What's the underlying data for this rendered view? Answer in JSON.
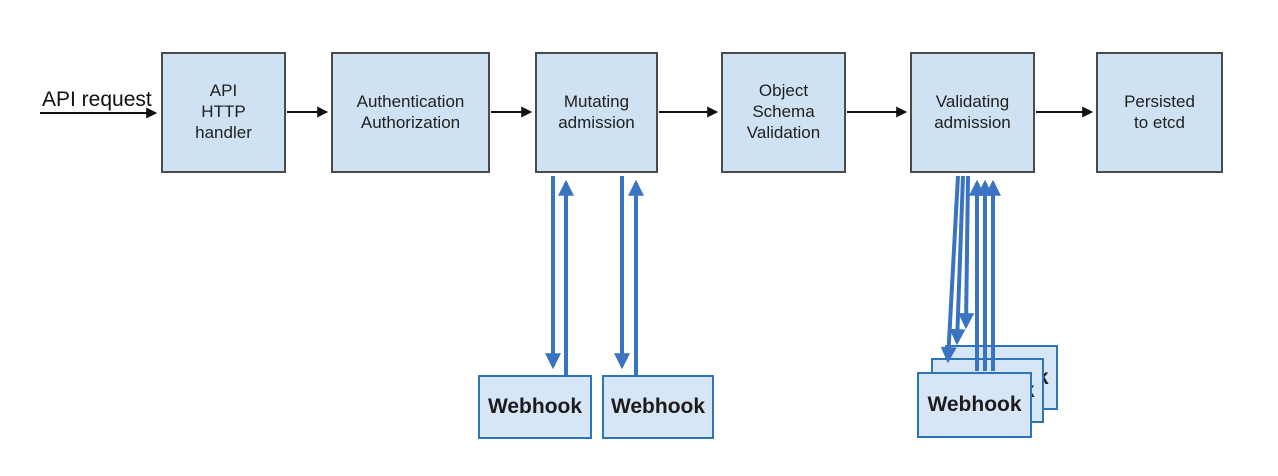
{
  "colors": {
    "background": "#ffffff",
    "node_fill": "#cfe2f3",
    "node_border": "#4a4a4a",
    "webhook_fill": "#d7e6f6",
    "webhook_border": "#2e74b8",
    "flow_arrow": "#111111",
    "webhook_arrow": "#3b73c3",
    "text": "#202020"
  },
  "entry": {
    "label": "API request"
  },
  "pipeline": [
    {
      "id": "api-http-handler",
      "lines": [
        "API",
        "HTTP",
        "handler"
      ]
    },
    {
      "id": "authentication-authorization",
      "lines": [
        "Authentication",
        "Authorization"
      ]
    },
    {
      "id": "mutating-admission",
      "lines": [
        "Mutating",
        "admission"
      ]
    },
    {
      "id": "object-schema-validation",
      "lines": [
        "Object",
        "Schema",
        "Validation"
      ]
    },
    {
      "id": "validating-admission",
      "lines": [
        "Validating",
        "admission"
      ]
    },
    {
      "id": "persisted-to-etcd",
      "lines": [
        "Persisted",
        "to etcd"
      ]
    }
  ],
  "mutating_webhooks": [
    {
      "label": "Webhook"
    },
    {
      "label": "Webhook"
    }
  ],
  "validating_webhooks": [
    {
      "label": "Webhook"
    },
    {
      "label": "Webhook"
    },
    {
      "label": "Webhook"
    }
  ]
}
